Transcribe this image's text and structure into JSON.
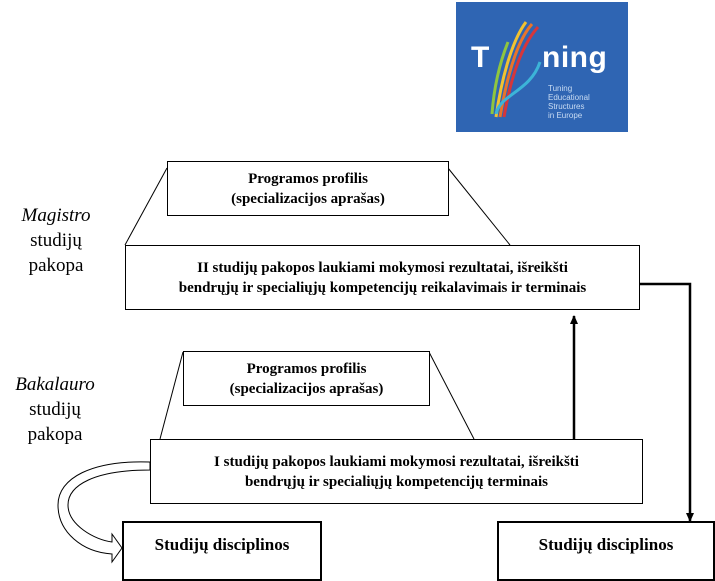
{
  "logo": {
    "word_first": "T",
    "word_rest": "ning",
    "tagline": "Tuning\nEducational Structures\nin Europe"
  },
  "master": {
    "level_label": "Magistro",
    "level_sub1": "studijų",
    "level_sub2": "pakopa",
    "profile": "Programos profilis\n(specializacijos aprašas)",
    "outcomes": "II studijų pakopos laukiami mokymosi rezultatai, išreikšti\nbendrųjų ir specialiųjų kompetencijų reikalavimais ir terminais"
  },
  "bachelor": {
    "level_label": "Bakalauro",
    "level_sub1": "studijų",
    "level_sub2": "pakopa",
    "profile": "Programos profilis\n(specializacijos aprašas)",
    "outcomes": "I studijų pakopos laukiami mokymosi rezultatai, išreikšti\nbendrųjų ir specialiųjų kompetencijų terminais"
  },
  "disciplines_left": "Studijų disciplinos",
  "disciplines_right": "Studijų disciplinos"
}
